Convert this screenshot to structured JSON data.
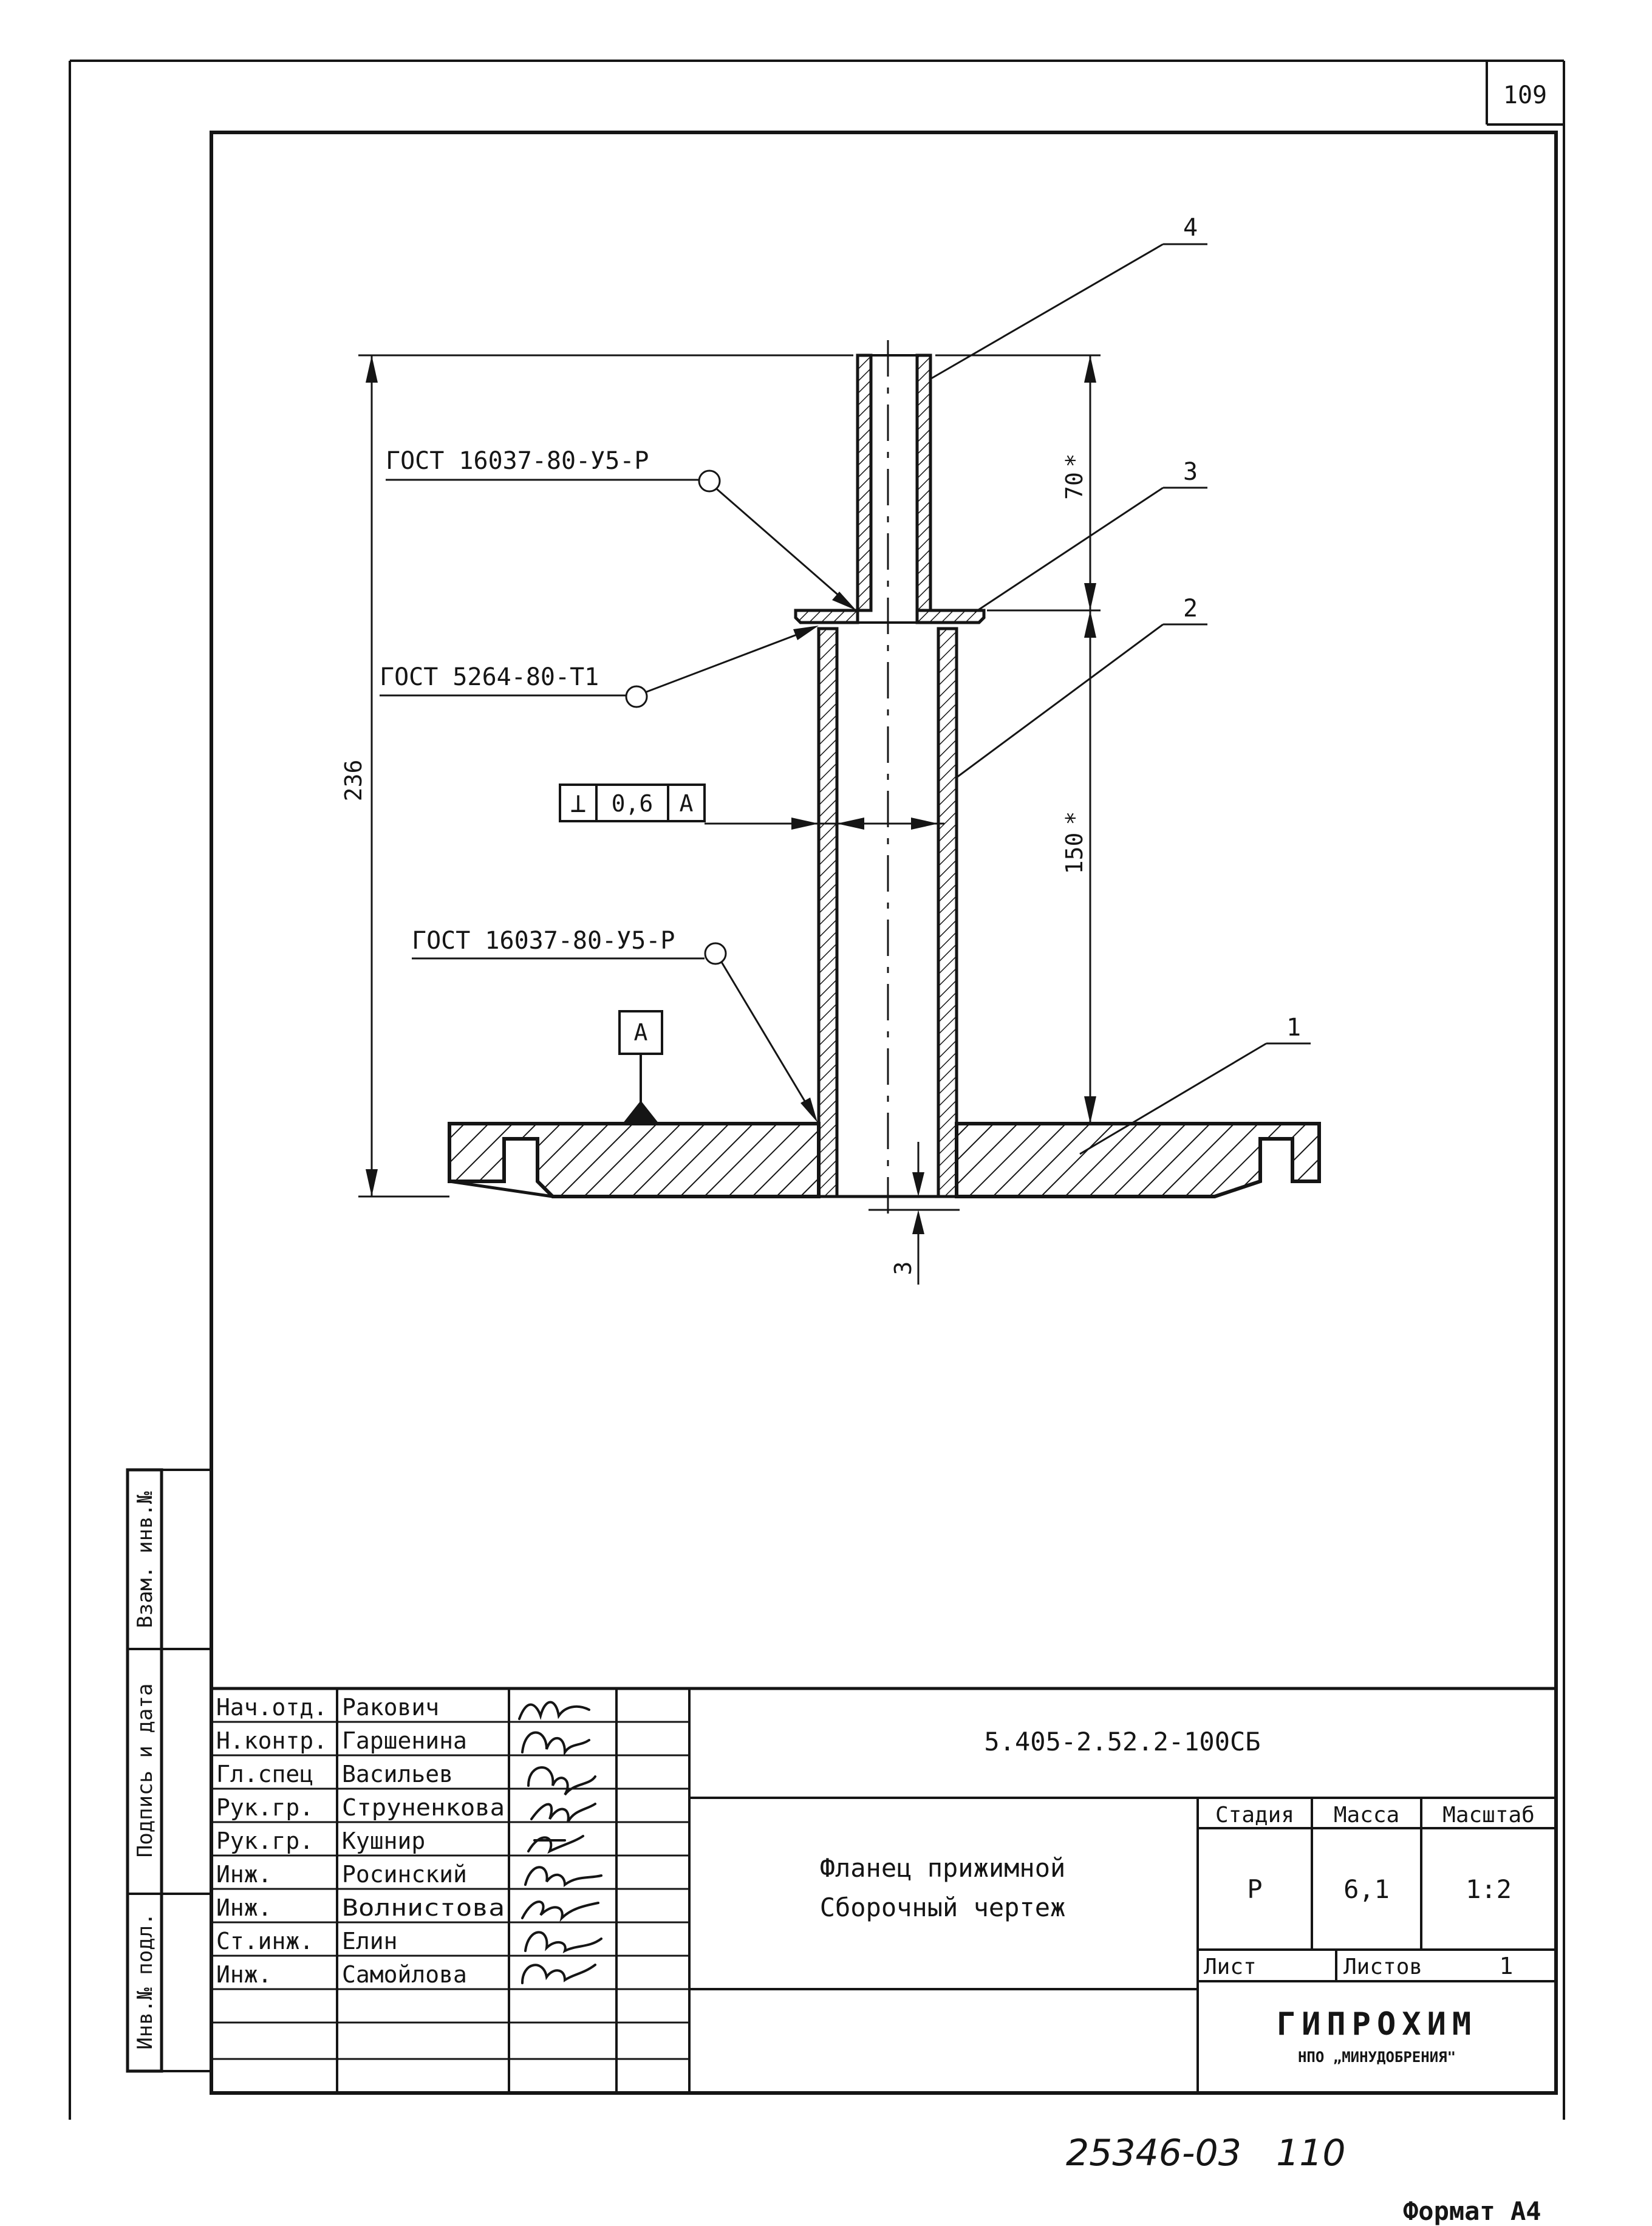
{
  "page_number": "109",
  "drawing": {
    "callouts": [
      "1",
      "2",
      "3",
      "4"
    ],
    "gost_labels": [
      "ГОСТ 16037-80-У5-Р",
      "ГОСТ 5264-80-Т1",
      "ГОСТ 16037-80-У5-Р"
    ],
    "dimensions": {
      "overall_height": "236",
      "upper_length": "70",
      "lower_length": "150",
      "bottom_gap": "3",
      "mark": "*"
    },
    "tolerance": {
      "symbol": "⊥",
      "value": "0,6",
      "datum": "A"
    },
    "datum_label": "A"
  },
  "side_stamp": {
    "col1": "Инв.№ подл.",
    "col2": "Подпись и дата",
    "col3": "Взам. инв.№"
  },
  "title_block": {
    "designation": "5.405-2.52.2-100СБ",
    "name_line1": "Фланец прижимной",
    "name_line2": "Сборочный чертеж",
    "headers": {
      "stage": "Стадия",
      "mass": "Масса",
      "scale": "Масштаб"
    },
    "values": {
      "stage": "Р",
      "mass": "6,1",
      "scale": "1:2"
    },
    "sheet_label": "Лист",
    "sheets_label": "Листов",
    "sheets_value": "1",
    "company": "ГИПРОХИМ",
    "company_sub": "НПО „МИНУДОБРЕНИЯ\"",
    "staff": [
      {
        "role": "Нач.отд.",
        "name": "Ракович"
      },
      {
        "role": "Н.контр.",
        "name": "Гаршенина"
      },
      {
        "role": "Гл.спец",
        "name": "Васильев"
      },
      {
        "role": "Рук.гр.",
        "name": "Струненкова"
      },
      {
        "role": "Рук.гр.",
        "name": "Кушнир"
      },
      {
        "role": "Инж.",
        "name": "Росинский"
      },
      {
        "role": "Инж.",
        "name": "Волнистова"
      },
      {
        "role": "Ст.инж.",
        "name": "Елин"
      },
      {
        "role": "Инж.",
        "name": "Самойлова"
      }
    ]
  },
  "archive_number": "25346-03   110",
  "format_label": "Формат А4"
}
